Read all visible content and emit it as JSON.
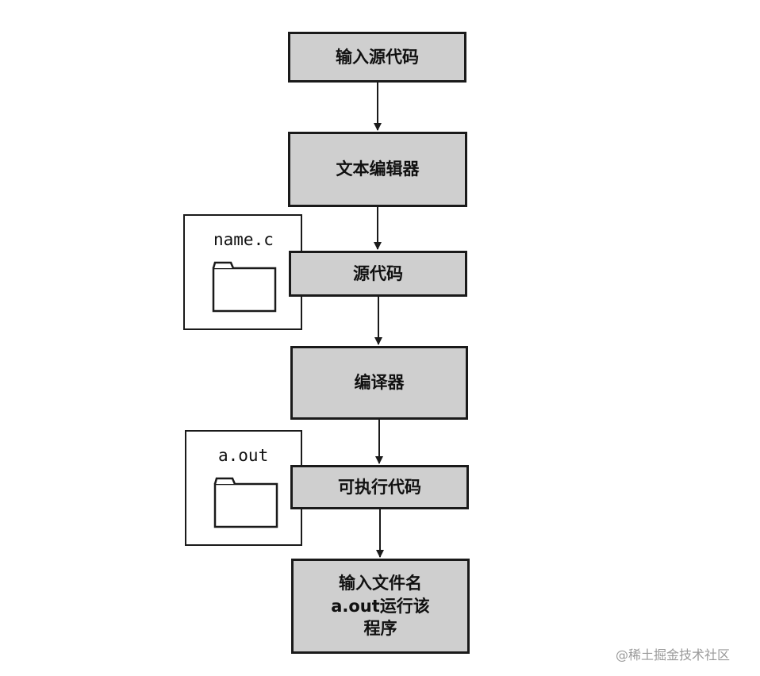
{
  "steps": {
    "input_source": "输入源代码",
    "text_editor": "文本编辑器",
    "source_code": "源代码",
    "compiler": "编译器",
    "executable": "可执行代码",
    "run_program": "输入文件名\na.out运行该\n程序"
  },
  "files": {
    "source_file": "name.c",
    "binary_file": "a.out"
  },
  "watermark": "@稀土掘金技术社区",
  "colors": {
    "box_fill": "#cfcfcf",
    "border": "#1a1a1a",
    "card_fill": "#ffffff"
  }
}
